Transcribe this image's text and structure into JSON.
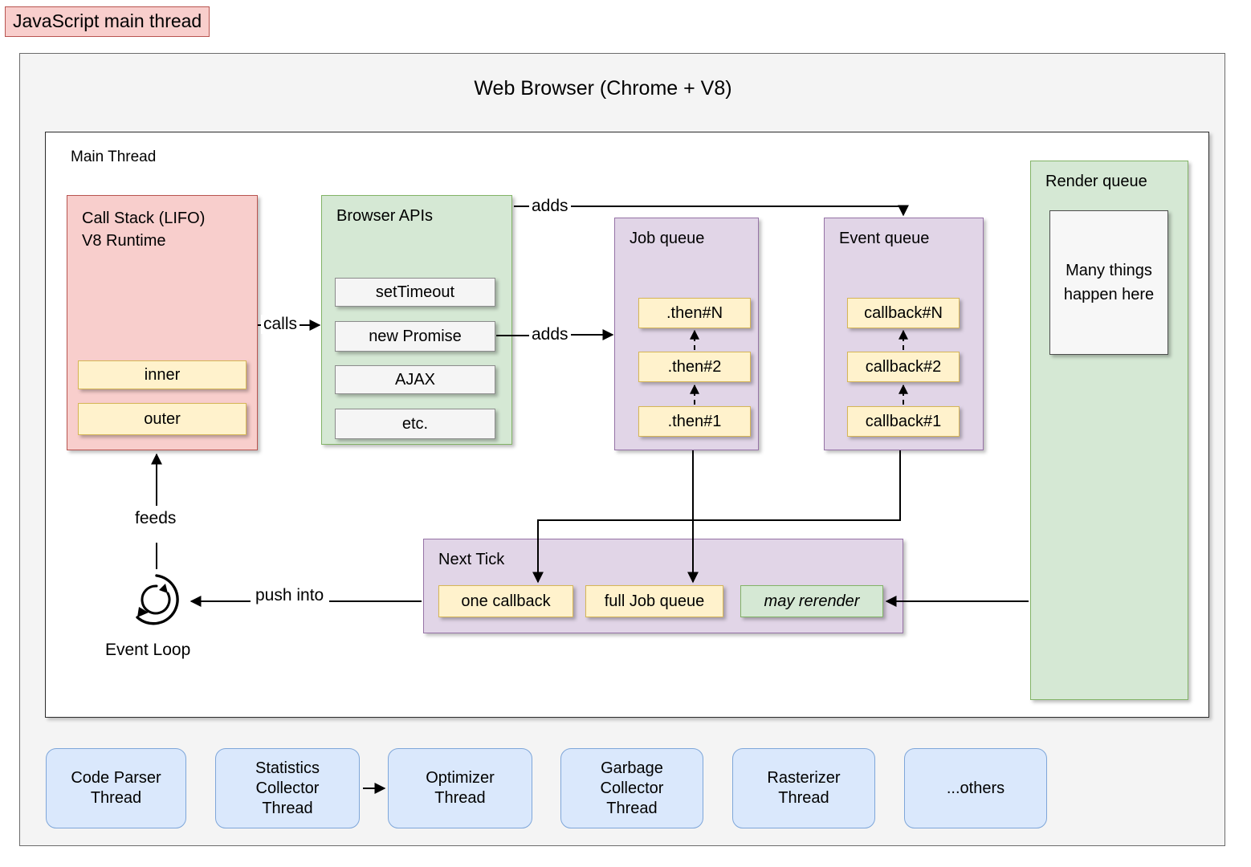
{
  "title_badge": "JavaScript main thread",
  "browser": {
    "title": "Web Browser (Chrome + V8)",
    "main_thread_label": "Main Thread"
  },
  "call_stack": {
    "header": "Call Stack (LIFO)\nV8 Runtime",
    "frames": [
      "inner",
      "outer"
    ]
  },
  "browser_apis": {
    "header": "Browser APIs",
    "items": [
      "setTimeout",
      "new Promise",
      "AJAX",
      "etc."
    ]
  },
  "job_queue": {
    "header": "Job queue",
    "items": [
      ".then#N",
      ".then#2",
      ".then#1"
    ]
  },
  "event_queue": {
    "header": "Event queue",
    "items": [
      "callback#N",
      "callback#2",
      "callback#1"
    ]
  },
  "render_queue": {
    "header": "Render queue",
    "body": "Many things\nhappen here"
  },
  "next_tick": {
    "header": "Next Tick",
    "items": [
      "one callback",
      "full Job queue",
      "may rerender"
    ]
  },
  "event_loop": {
    "label": "Event Loop",
    "icon": "circular-arrow-icon"
  },
  "edges": {
    "calls": "calls",
    "adds_top": "adds",
    "adds_mid": "adds",
    "feeds": "feeds",
    "push_into": "push into"
  },
  "threads": [
    "Code Parser\nThread",
    "Statistics\nCollector\nThread",
    "Optimizer\nThread",
    "Garbage\nCollector\nThread",
    "Rasterizer\nThread",
    "...others"
  ],
  "colors": {
    "pink": "#f8cecc",
    "pink_border": "#b85450",
    "green": "#d5e8d4",
    "green_border": "#82b366",
    "purple": "#e1d5e7",
    "purple_border": "#9673a6",
    "yellow": "#fff2cc",
    "yellow_border": "#d6b656",
    "blue": "#dae8fc",
    "blue_border": "#7ea6d9",
    "panel_bg": "#f4f4f4"
  }
}
